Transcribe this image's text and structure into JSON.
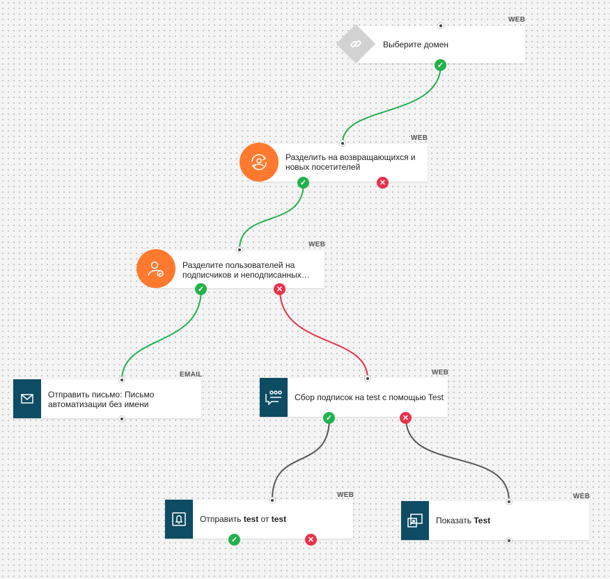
{
  "colors": {
    "yes": "#21b24b",
    "no": "#e8314a",
    "wire_neutral": "#555555",
    "accent_orange": "#ff7a2f",
    "block_dark": "#0e4c63"
  },
  "nodes": {
    "domain": {
      "channel": "WEB",
      "label": "Выберите домен",
      "icon": "link-icon"
    },
    "split_returning": {
      "channel": "WEB",
      "label": "Разделить на возвращающихся и новых посетителей",
      "icon": "refresh-user-icon",
      "yes": "✓",
      "no": "✕"
    },
    "split_subscribers": {
      "channel": "WEB",
      "label": "Разделите пользователей на подписчиков и неподписанных…",
      "icon": "user-check-icon",
      "yes": "✓",
      "no": "✕"
    },
    "send_email": {
      "channel": "EMAIL",
      "label": "Отправить письмо: Письмо автоматизации без имени",
      "icon": "envelope-icon"
    },
    "collect": {
      "channel": "WEB",
      "label": "Сбор подписок на test с помощью Test",
      "icon": "chat-form-icon",
      "yes": "✓",
      "no": "✕"
    },
    "send_push": {
      "channel": "WEB",
      "label_pre": "Отправить ",
      "label_b1": "test",
      "label_mid": " от ",
      "label_b2": "test",
      "icon": "bell-icon",
      "yes": "✓",
      "no": "✕"
    },
    "show": {
      "channel": "WEB",
      "label_pre": "Показать ",
      "label_b1": "Test",
      "icon": "popup-icon"
    }
  }
}
